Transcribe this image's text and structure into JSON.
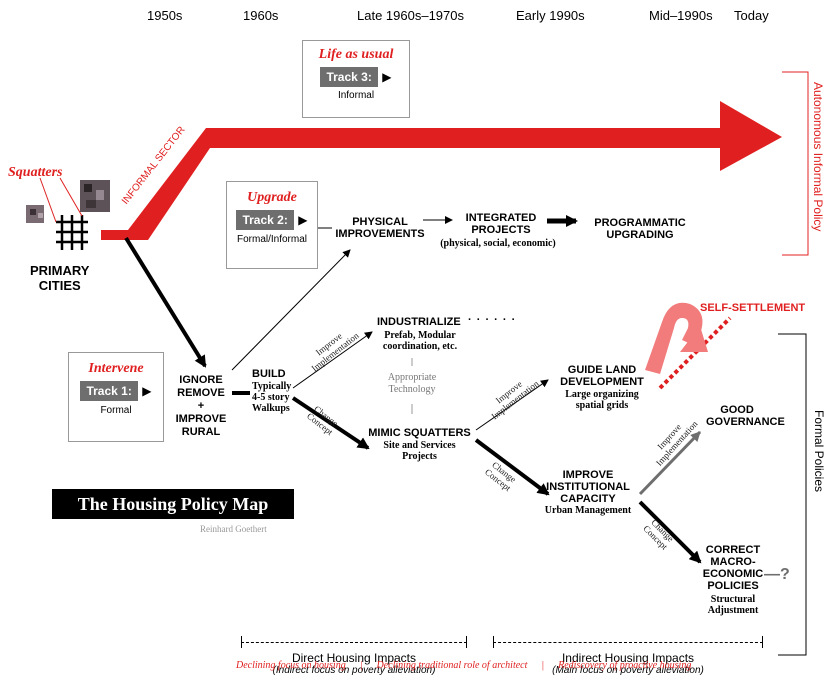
{
  "eras": [
    "1950s",
    "1960s",
    "Late 1960s–1970s",
    "Early 1990s",
    "Mid–1990s",
    "Today"
  ],
  "left": {
    "squatters": "Squatters",
    "primary_cities": "PRIMARY\nCITIES",
    "informal_sector": "INFORMAL SECTOR"
  },
  "tracks": [
    {
      "title": "Life as usual",
      "button": "Track 3:",
      "sub": "Informal"
    },
    {
      "title": "Upgrade",
      "button": "Track 2:",
      "sub": "Formal/Informal"
    },
    {
      "title": "Intervene",
      "button": "Track 1:",
      "sub": "Formal"
    }
  ],
  "nodes": {
    "physical": "PHYSICAL\nIMPROVEMENTS",
    "integrated": "INTEGRATED\nPROJECTS",
    "integrated_sub": "(physical, social, economic)",
    "programmatic": "PROGRAMMATIC\nUPGRADING",
    "ignore": "IGNORE\nREMOVE\n+\nIMPROVE\nRURAL",
    "build": "BUILD",
    "build_sub": "Typically\n4-5 story\nWalkups",
    "industrialize": "INDUSTRIALIZE",
    "industrialize_dots": "· · · · · ·",
    "industrialize_sub": "Prefab, Modular\ncoordination, etc.",
    "appropriate": "Appropriate\nTechnology",
    "mimic": "MIMIC SQUATTERS",
    "mimic_sub": "Site and Services\nProjects",
    "guide": "GUIDE LAND\nDEVELOPMENT",
    "guide_sub": "Large organizing\nspatial grids",
    "self_settlement": "SELF-SETTLEMENT",
    "good_governance": "GOOD\nGOVERNANCE",
    "improve_inst": "IMPROVE\nINSTITUTIONAL\nCAPACITY",
    "improve_inst_sub": "Urban Management",
    "correct": "CORRECT\nMACRO-\nECONOMIC\nPOLICIES",
    "correct_sub": "Structural\nAdjustment",
    "question": "—?"
  },
  "edge_labels": {
    "improve_impl": "Improve\nImplementation",
    "change_concept": "Change\nConcept"
  },
  "title": "The Housing Policy Map",
  "author": "Reinhard Goethert",
  "right": {
    "autonomous": "Autonomous Informal Policy",
    "formal": "Formal Policies"
  },
  "bottom": {
    "direct": "Direct Housing Impacts",
    "direct_sub": "(Indirect focus on poverty alleviation)",
    "indirect": "Indirect Housing Impacts",
    "indirect_sub": "(Main focus on poverty alleviation)",
    "footer": [
      "Declining focus on housing",
      "|",
      "Declining traditional role of architect",
      "|",
      "Rediscovery of proactive housing"
    ]
  },
  "colors": {
    "red": "#e02020",
    "gray": "#6e6e6e"
  }
}
